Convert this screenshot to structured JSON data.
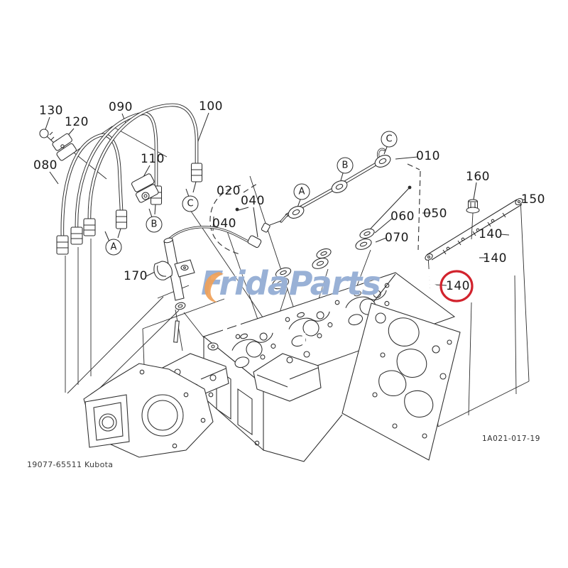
{
  "page": {
    "background": "#ffffff",
    "line_color": "#2c2c2c"
  },
  "watermark": {
    "part1": "Frida",
    "part2": "Parts",
    "text_color": "#8ba6d0",
    "swoosh_color": "#f0a158",
    "swoosh_icon": "watermark-swoosh-icon"
  },
  "footer": {
    "part_number_text": "19077-65511 Kubota",
    "diagram_code": "1A021-017-19"
  },
  "highlight": {
    "color": "#d2232d",
    "label": "140"
  },
  "callouts": {
    "c130": "130",
    "c120": "120",
    "c090": "090",
    "c100": "100",
    "c080": "080",
    "c110": "110",
    "c020": "020",
    "c040a": "040",
    "c040b": "040",
    "c170": "170",
    "c010": "010",
    "c050": "050",
    "c060": "060",
    "c070": "070",
    "c160": "160",
    "c150": "150",
    "c140_right": "140",
    "c140_mid": "140",
    "c140_circled": "140"
  },
  "ref_letters": {
    "pipe_a": "A",
    "pipe_b": "B",
    "pipe_c": "C",
    "rail_a": "A",
    "rail_b": "B",
    "rail_c": "C"
  }
}
